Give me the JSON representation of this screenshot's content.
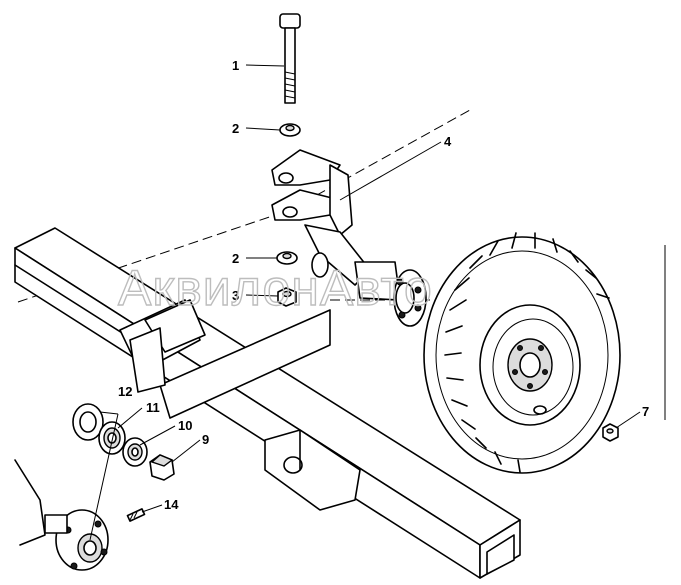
{
  "watermark": "АквилонАвто",
  "callouts": {
    "c1": "1",
    "c2a": "2",
    "c2b": "2",
    "c3": "3",
    "c4": "4",
    "c7": "7",
    "c9": "9",
    "c10": "10",
    "c11": "11",
    "c12": "12",
    "c14": "14"
  }
}
